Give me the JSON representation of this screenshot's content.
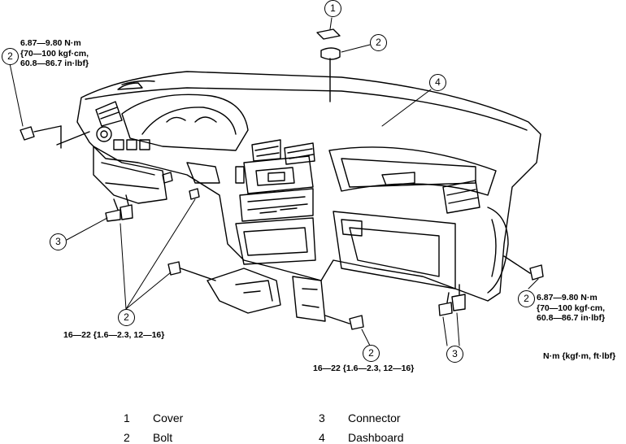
{
  "callouts": {
    "cover": "1",
    "bolt": "2",
    "connector": "3",
    "dashboard": "4"
  },
  "specs": {
    "upper_left": [
      "6.87—9.80 N·m",
      "{70—100 kgf·cm,",
      "60.8—86.7 in·lbf}"
    ],
    "right": [
      "6.87—9.80 N·m",
      "{70—100 kgf·cm,",
      "60.8—86.7 in·lbf}"
    ],
    "lower_left": "16—22 {1.6—2.3, 12—16}",
    "lower_center": "16—22 {1.6—2.3, 12—16}"
  },
  "units_note": "N·m {kgf·m, ft·lbf}",
  "legend": [
    {
      "num": "1",
      "label": "Cover"
    },
    {
      "num": "2",
      "label": "Bolt"
    },
    {
      "num": "3",
      "label": "Connector"
    },
    {
      "num": "4",
      "label": "Dashboard"
    }
  ]
}
